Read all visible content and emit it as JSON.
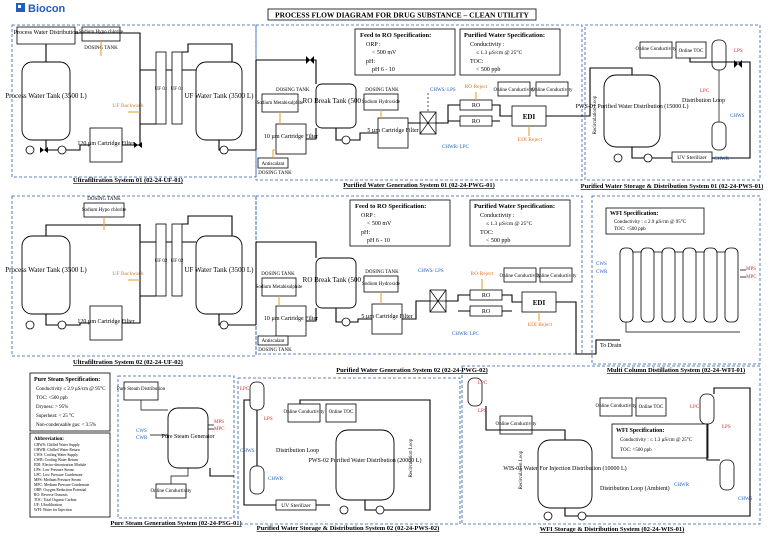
{
  "header": {
    "logo": "Biocon",
    "title": "PROCESS FLOW DIAGRAM FOR DRUG SUBSTANCE – CLEAN UTILITY"
  },
  "uf1": {
    "title": "Ultrafiltration System 01 (02-24-UF-01)",
    "feed": "Process Water Distribution",
    "hypo": "Sodium Hypo chlorite",
    "dosing": "DOSING TANK",
    "tank": "Process Water Tank (3500 L)",
    "uf_a": "UF 01",
    "uf_b": "UF 01",
    "backwash": "UF Backwash",
    "uf_tank": "UF Water Tank (3500 L)",
    "filter": "120 µm Cartridge Filter"
  },
  "uf2": {
    "title": "Ultrafiltration System 02 (02-24-UF-02)",
    "dosing": "DOSING TANK",
    "hypo": "Sodium Hypo chlorite",
    "tank": "Process Water Tank (3500 L)",
    "uf_a": "UF 02",
    "uf_b": "UF 02",
    "backwash": "UF Backwash",
    "uf_tank": "UF Water Tank (3500 L)",
    "filter": "120 µm Cartridge Filter"
  },
  "pwg1": {
    "title": "Purified Water Generation System 01 (02-24-PWG-01)",
    "feed_spec_title": "Feed to RO Specification:",
    "feed_spec_orp": "ORP :",
    "feed_spec_orp_val": "< 500 mV",
    "feed_spec_ph": "pH:",
    "feed_spec_ph_val": "pH 6 - 10",
    "pw_spec_title": "Purified Water Specification:",
    "pw_spec_cond": "Conductivity :",
    "pw_spec_cond_val": "≤ 1.3 µS/cm @ 25°C",
    "pw_spec_toc": "TOC:",
    "pw_spec_toc_val": "< 500 ppb",
    "dosing1": "DOSING TANK",
    "meta": "Sodium Metabisulphite",
    "filter10": "10 µm Cartridge Filter",
    "antiscalant": "Antiscalant",
    "dosing2": "DOSING TANK",
    "break_tank": "RO Break Tank (500 L)",
    "dosing3": "DOSING TANK",
    "hydroxide": "Sodium Hydroxide",
    "filter5": "5 µm Cartridge Filter",
    "chws": "CHWS/ LPS",
    "chwr": "CHWR/ LPC",
    "ro_reject": "RO Reject",
    "ro1": "RO",
    "ro2": "RO",
    "online_cond1": "Online Conductivity",
    "online_cond2": "Online Conductivity",
    "edi": "EDI",
    "edi_reject": "EDI Reject"
  },
  "pwg2": {
    "title": "Purified Water Generation System 02 (02-24-PWG-02)",
    "feed_spec_title": "Feed to RO Specification:",
    "feed_spec_orp": "ORP :",
    "feed_spec_orp_val": "< 500 mV",
    "feed_spec_ph": "pH:",
    "feed_spec_ph_val": "pH 6 - 10",
    "pw_spec_title": "Purified Water Specification:",
    "pw_spec_cond": "Conductivity :",
    "pw_spec_cond_val": "≤ 1.3 µS/cm @ 25°C",
    "pw_spec_toc": "TOC:",
    "pw_spec_toc_val": "< 500 ppb",
    "dosing1": "DOSING TANK",
    "meta": "Sodium Metabisulphite",
    "filter10": "10 µm Cartridge Filter",
    "antiscalant": "Antiscalant",
    "dosing2": "DOSING TANK",
    "break_tank": "RO Break Tank (500 L)",
    "dosing3": "DOSING TANK",
    "hydroxide": "Sodium Hydroxide",
    "filter5": "5 µm Cartridge Filter",
    "chws": "CHWS/ LPS",
    "chwr": "CHWR/ LPC",
    "ro_reject": "RO Reject",
    "ro1": "RO",
    "ro2": "RO",
    "online_cond1": "Online Conductivity",
    "online_cond2": "Online Conductivity",
    "edi": "EDI",
    "edi_reject": "EDI Reject"
  },
  "pws1": {
    "title": "Purified Water Storage & Distribution System 01 (02-24-PWS-01)",
    "online_cond": "Online Conductivity",
    "online_toc": "Online TOC",
    "lps": "LPS",
    "lpc": "LPC",
    "chws": "CHWS",
    "chwr": "CHWR",
    "tank": "PWS-01 Purified Water Distribution (15000 L)",
    "recirc": "Recirculation Loop",
    "dist": "Distribution Loop",
    "uv": "UV Sterilizer"
  },
  "wfi1": {
    "title": "Multi Column Distillation System (02-24-WFI-01)",
    "spec_title": "WFI Specification:",
    "spec_cond": "Conductivity : ≤ 2.9 µS/cm @ 95°C",
    "spec_toc": "TOC: <500 ppb",
    "mps": "MPS",
    "mpc": "MPC",
    "cws": "CWS",
    "cwr": "CWR",
    "drain": "To Drain"
  },
  "psg1": {
    "title": "Pure Steam Generation System (02-24-PSG-01)",
    "spec_title": "Pure Steam Specification:",
    "spec_items": [
      "Conductivity ≤ 2.9 µS/cm @ 95°C",
      "TOC: <500 ppb",
      "Dryness: > 95%",
      "Superheat: < 25 °C",
      "Non-condensable gas: < 3.5%"
    ],
    "pure_steam_dist": "Pure Steam Distribution",
    "generator": "Pure Steam Generator",
    "mps": "MPS",
    "mpc": "MPC",
    "cws": "CWS",
    "cwr": "CWR",
    "online_cond": "Online Conductivity"
  },
  "abbrev": {
    "title": "Abbreviation:",
    "items": [
      "CHWS: Chilled Water Supply",
      "CHWR: Chilled Water Return",
      "CWS: Cooling Water Supply",
      "CWR: Cooling Water Return",
      "EDI: Electro-deionization Module",
      "LPS: Low Pressure Steam",
      "LPC: Low Pressure Condensate",
      "MPS: Medium Pressure Steam",
      "MPC: Medium Pressure Condensate",
      "ORP: Oxygen Reduction Potential",
      "RO: Reverse Osmosis",
      "TOC: Total Organic Carbon",
      "UF: Ultrafiltration",
      "WFI: Water for Injection"
    ]
  },
  "pws2": {
    "title": "Purified Water Storage & Distribution System 02 (02-24-PWS-02)",
    "lpc": "LPC",
    "lps": "LPS",
    "online_cond": "Online Conductivity",
    "online_toc": "Online TOC",
    "tank": "PWS-02 Purified Water Distribution (20000 L)",
    "dist": "Distribution Loop",
    "recirc": "Recirculation Loop",
    "chws": "CHWS",
    "chwr": "CHWR",
    "uv": "UV Sterilizer"
  },
  "wis1": {
    "title": "WFI Storage & Distribution System (02-24-WIS-01)",
    "lps": "LPS",
    "lpc": "LPC",
    "online_cond": "Online Conductivity",
    "online_cond2": "Online Conductivity",
    "online_toc": "Online TOC",
    "tank": "WIS-01 Water For Injection Distribution (10000 L)",
    "recirc": "Recirculation Loop",
    "dist": "Distribution Loop (Ambient)",
    "spec_title": "WFI Specification:",
    "spec_cond": "Conductivity : ≤ 1.3 µS/cm @ 25°C",
    "spec_toc": "TOC: <500 ppb",
    "chws": "CHWS",
    "chwr": "CHWR"
  }
}
